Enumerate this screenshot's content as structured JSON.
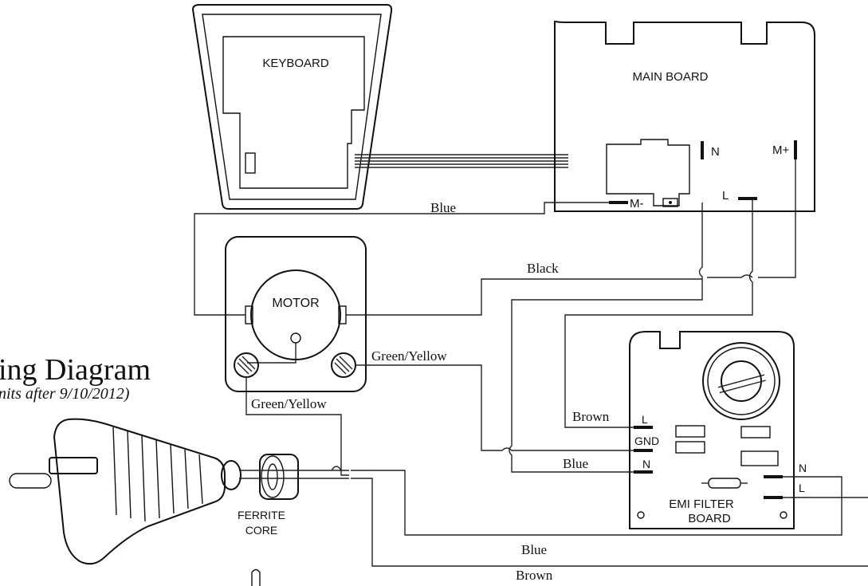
{
  "title": {
    "main": "ing Diagram",
    "subtitle": "nits after 9/10/2012)"
  },
  "components": {
    "keyboard": "KEYBOARD",
    "main_board": "MAIN BOARD",
    "motor": "MOTOR",
    "emi_filter_line1": "EMI FILTER",
    "emi_filter_line2": "BOARD",
    "ferrite_line1": "FERRITE",
    "ferrite_line2": "CORE"
  },
  "terminals": {
    "main_n": "N",
    "main_m_plus": "M+",
    "main_l": "L",
    "main_m_minus": "M-",
    "emi_l": "L",
    "emi_gnd": "GND",
    "emi_n": "N",
    "emi_out_n": "N",
    "emi_out_l": "L"
  },
  "wire_labels": {
    "blue_top": "Blue",
    "black": "Black",
    "green_yellow_right": "Green/Yellow",
    "green_yellow_left": "Green/Yellow",
    "brown_emi": "Brown",
    "blue_emi": "Blue",
    "blue_bottom": "Blue",
    "brown_bottom": "Brown"
  },
  "colors": {
    "line": "#111111",
    "background": "#ffffff"
  }
}
